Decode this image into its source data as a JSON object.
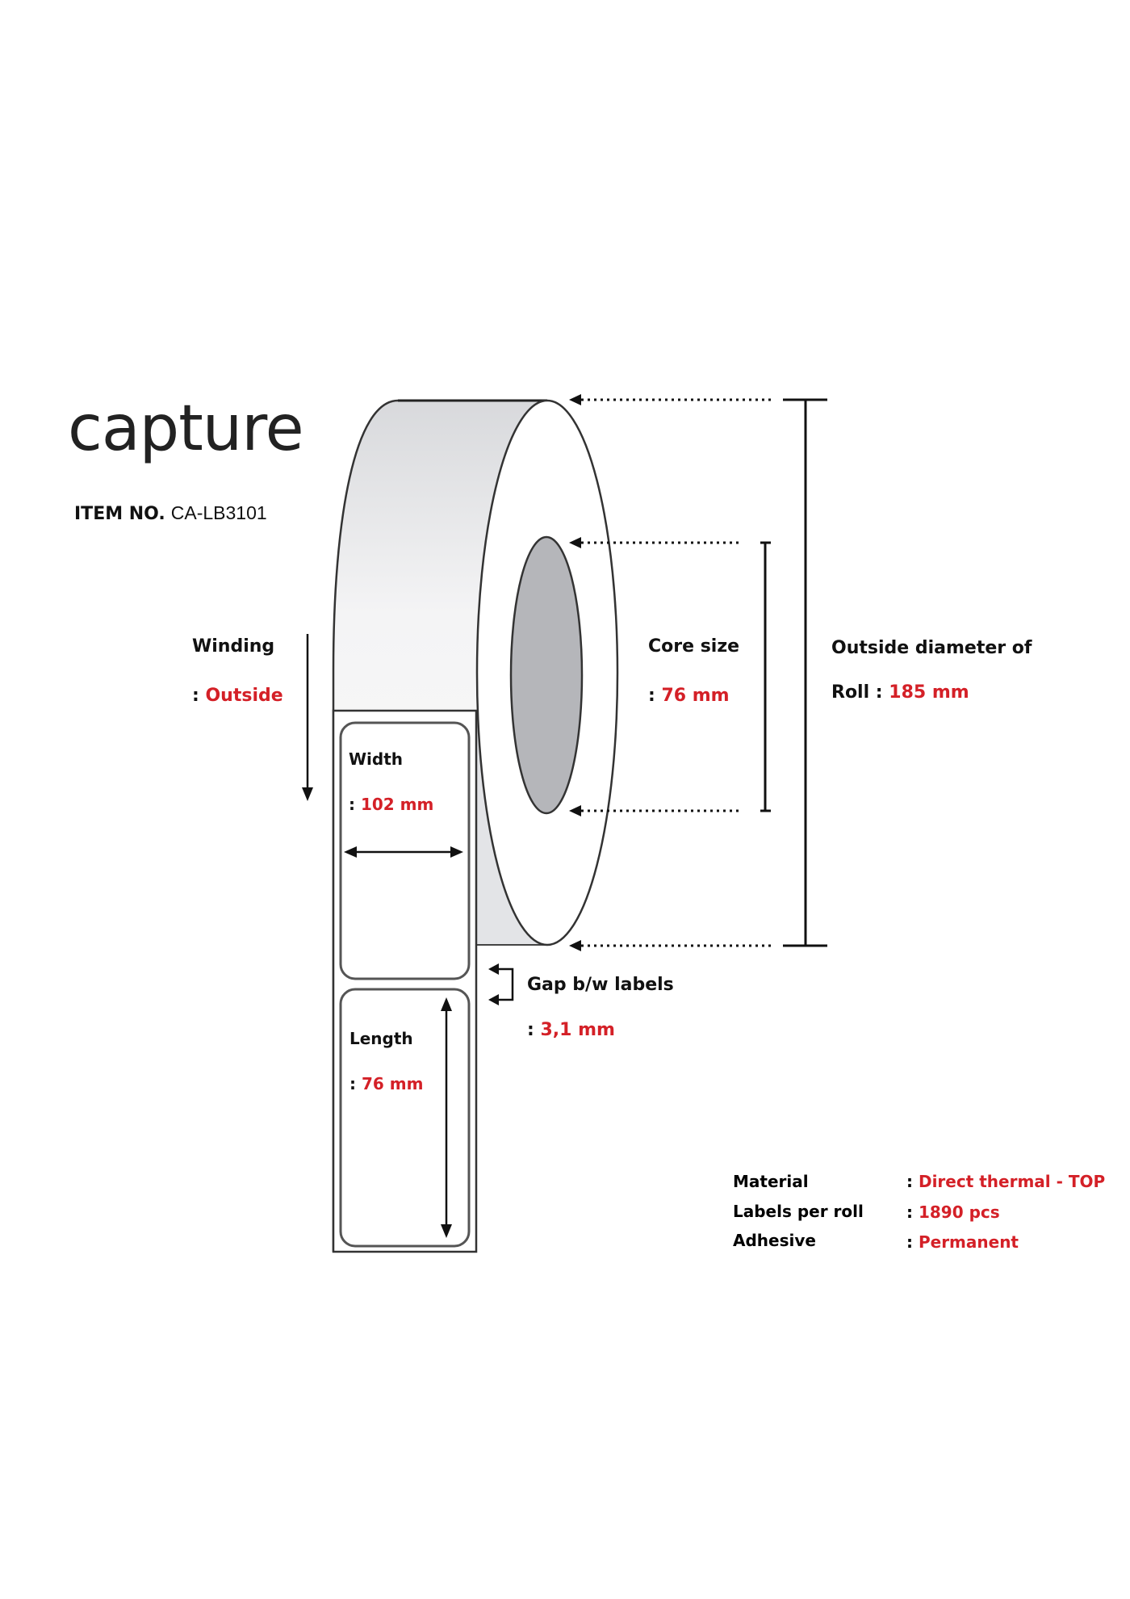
{
  "brand": {
    "logo_text": "capture"
  },
  "item": {
    "label": "ITEM NO.",
    "number": "CA-LB3101"
  },
  "winding": {
    "label": "Winding",
    "sep": ": ",
    "value": "Outside"
  },
  "width": {
    "label": "Width",
    "sep": ": ",
    "value": "102 mm"
  },
  "length": {
    "label": "Length",
    "sep": ": ",
    "value": "76 mm"
  },
  "core": {
    "label": "Core size",
    "sep": ": ",
    "value": "76 mm"
  },
  "outside_diameter": {
    "label_line1": "Outside diameter of",
    "label_line2": "Roll : ",
    "value": "185 mm"
  },
  "gap": {
    "label": "Gap b/w labels",
    "sep": ": ",
    "value": "3,1 mm"
  },
  "specs": [
    {
      "label": "Material",
      "sep": ": ",
      "value": "Direct thermal - TOP"
    },
    {
      "label": "Labels per roll",
      "sep": ": ",
      "value": "1890 pcs"
    },
    {
      "label": "Adhesive",
      "sep": ": ",
      "value": "Permanent"
    }
  ],
  "colors": {
    "accent": "#d42027",
    "text": "#111111",
    "core_fill": "#b5b6ba",
    "roll_shade": "#e6e7ea"
  },
  "icons": [
    "arrow-down-icon",
    "double-arrow-horizontal-icon",
    "double-arrow-vertical-icon",
    "dotted-arrow-left-icon",
    "gap-bracket-arrows-icon",
    "dimension-bar-icon"
  ]
}
